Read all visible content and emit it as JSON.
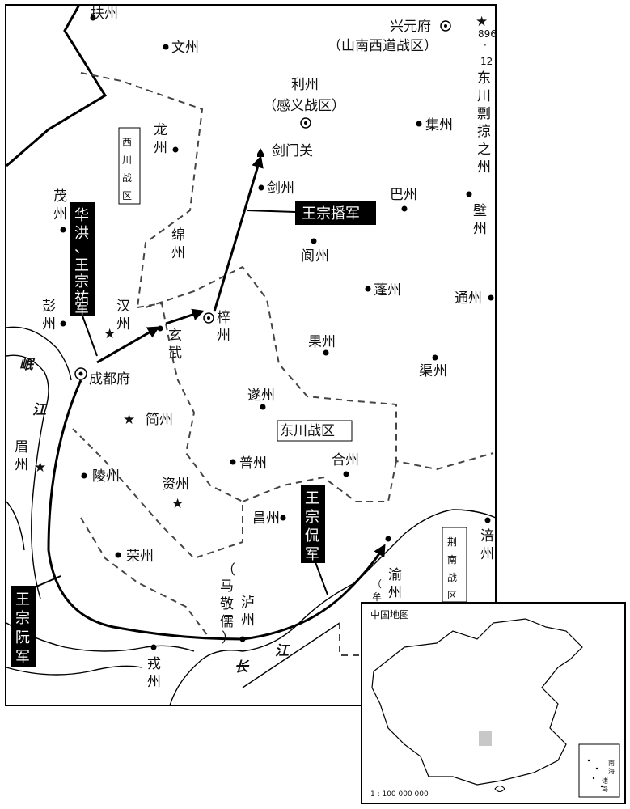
{
  "title_note": [
    "★",
    "896",
    "·",
    "12",
    "东",
    "川",
    "剽",
    "掠",
    "之",
    "州"
  ],
  "cities": {
    "fuzhou": "扶州",
    "wenzhou": "文州",
    "xingyuanfu": "兴元府",
    "shannan_xi": "（山南西道战区）",
    "lizhou": "利州",
    "ganyi": "（感义战区）",
    "jizhou": "集州",
    "longzhou": [
      "龙",
      "州"
    ],
    "jianmenguan": "剑门关",
    "jianzhou": "剑州",
    "bazhou": "巴州",
    "bizhou": [
      "壁",
      "州"
    ],
    "maozhou": [
      "茂",
      "州"
    ],
    "mianzhou": [
      "绵",
      "州"
    ],
    "langzhou": [
      "阆",
      "州"
    ],
    "pengzhou": [
      "彭",
      "州"
    ],
    "hanzhou": [
      "汉",
      "州"
    ],
    "zizhou": [
      "梓",
      "州"
    ],
    "pengzhou2": "蓬州",
    "tongzhou": "通州",
    "xuanwu": [
      "玄",
      "武"
    ],
    "guozhou": "果州",
    "quzhou": "渠州",
    "chengdufu": "成都府",
    "suizhou": "遂州",
    "jianzhou2": "简州",
    "meizhou": [
      "眉",
      "州"
    ],
    "lingzhou": "陵州",
    "puzhou": "普州",
    "hezhou": "合州",
    "zizhou2": "资州",
    "changzhou": "昌州",
    "fuzhou2": [
      "涪",
      "州"
    ],
    "rongzhou": "荣州",
    "yuzhou": [
      "渝",
      "州"
    ],
    "luzhou": [
      "泸",
      "州"
    ],
    "rongzhou2": [
      "戎",
      "州"
    ],
    "ma_jingru": [
      "（",
      "马",
      "敬",
      "儒",
      "）"
    ],
    "yu_partial": [
      "（",
      "牟"
    ]
  },
  "regions": {
    "xichuan": [
      "西",
      "川",
      "战",
      "区"
    ],
    "dongchuan": "东川战区",
    "jingnan": [
      "荆",
      "南",
      "战",
      "区"
    ]
  },
  "rivers": {
    "min": [
      "岷",
      "江"
    ],
    "chang": [
      "长",
      "江"
    ]
  },
  "armies": {
    "wang_zongbo": "王宗播军",
    "hua_hong": [
      "华",
      "洪",
      "、",
      "王",
      "宗",
      "祐",
      "军"
    ],
    "wang_zongkan": [
      "王",
      "宗",
      "侃",
      "军"
    ],
    "wang_zongruan": [
      "王",
      "宗",
      "阮",
      "军"
    ]
  },
  "inset": {
    "title": "中国地图",
    "scale": "1 : 100 000 000",
    "south_sea": [
      "南",
      "海",
      "诸",
      "岛"
    ]
  }
}
